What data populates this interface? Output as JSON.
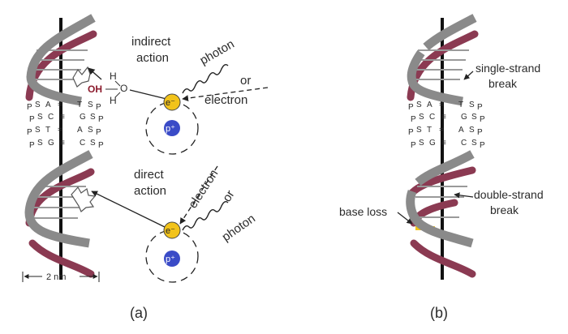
{
  "panel_a": {
    "caption": "(a)",
    "indirect_label": [
      "indirect",
      "action"
    ],
    "direct_label": [
      "direct",
      "action"
    ],
    "top_particles": {
      "photon": "photon",
      "or": "or",
      "electron": "electron"
    },
    "bottom_particles": {
      "electron": "electron",
      "or": "or",
      "photon": "photon"
    },
    "water": {
      "h": "H",
      "o": "O",
      "oh": "OH"
    },
    "electron_symbol": "e⁻",
    "proton_symbol": "p⁺",
    "scale_label": "2 nm",
    "base_rows": [
      [
        "P",
        "S",
        "A",
        "T",
        "S",
        "P"
      ],
      [
        "P",
        "S",
        "C",
        "G",
        "S",
        "P"
      ],
      [
        "P",
        "S",
        "T",
        "A",
        "S",
        "P"
      ],
      [
        "P",
        "S",
        "G",
        "C",
        "S",
        "P"
      ]
    ]
  },
  "panel_b": {
    "caption": "(b)",
    "single_strand_break": [
      "single-strand",
      "break"
    ],
    "double_strand_break": [
      "double-strand",
      "break"
    ],
    "base_loss": "base loss",
    "base_rows": [
      [
        "P",
        "S",
        "A",
        "T",
        "S",
        "P"
      ],
      [
        "P",
        "S",
        "C",
        "G",
        "S",
        "P"
      ],
      [
        "P",
        "S",
        "T",
        "A",
        "S",
        "P"
      ],
      [
        "P",
        "S",
        "G",
        "C",
        "S",
        "P"
      ]
    ]
  },
  "colors": {
    "strand_front": "#8c8c8c",
    "strand_back": "#8b3a52",
    "electron": "#f2c31b",
    "proton": "#3a4bc7",
    "oh": "#8b1a2c",
    "axis": "#111111"
  }
}
